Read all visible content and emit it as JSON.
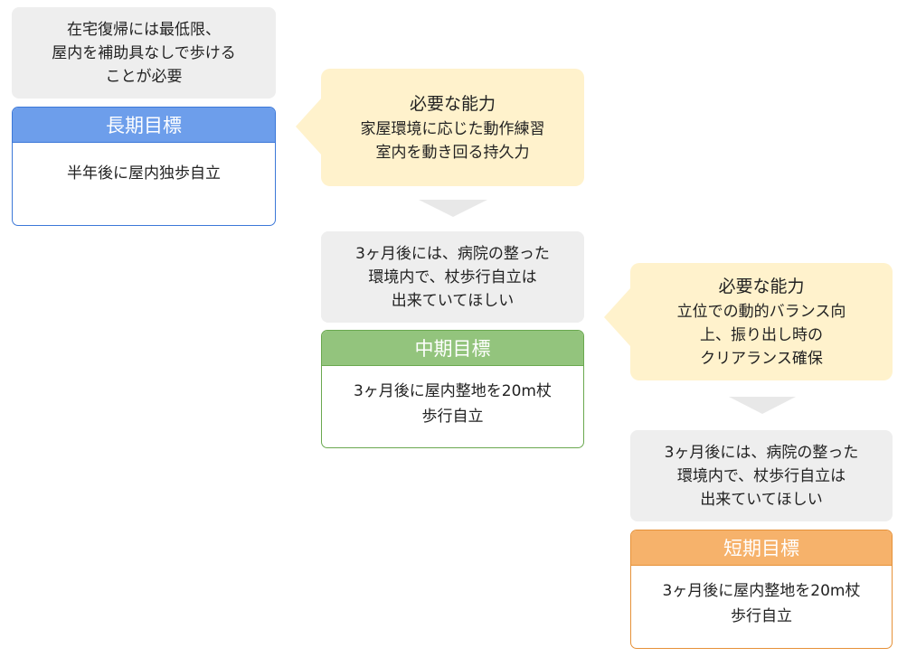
{
  "long_term": {
    "note": "在宅復帰には最低限、\n屋内を補助具なしで歩ける\nことが必要",
    "title": "長期目標",
    "body": "半年後に屋内独歩自立",
    "color": "#6d9eeb"
  },
  "ability_1": {
    "title": "必要な能力",
    "body": "家屋環境に応じた動作練習\n室内を動き回る持久力"
  },
  "mid_term": {
    "note": "3ヶ月後には、病院の整った\n環境内で、杖歩行自立は\n出来ていてほしい",
    "title": "中期目標",
    "body": "3ヶ月後に屋内整地を20m杖\n歩行自立",
    "color": "#93c47d"
  },
  "ability_2": {
    "title": "必要な能力",
    "body": "立位での動的バランス向\n上、振り出し時の\nクリアランス確保"
  },
  "short_term": {
    "note": "3ヶ月後には、病院の整った\n環境内で、杖歩行自立は\n出来ていてほしい",
    "title": "短期目標",
    "body": "3ヶ月後に屋内整地を20m杖\n歩行自立",
    "color": "#f6b26b"
  }
}
